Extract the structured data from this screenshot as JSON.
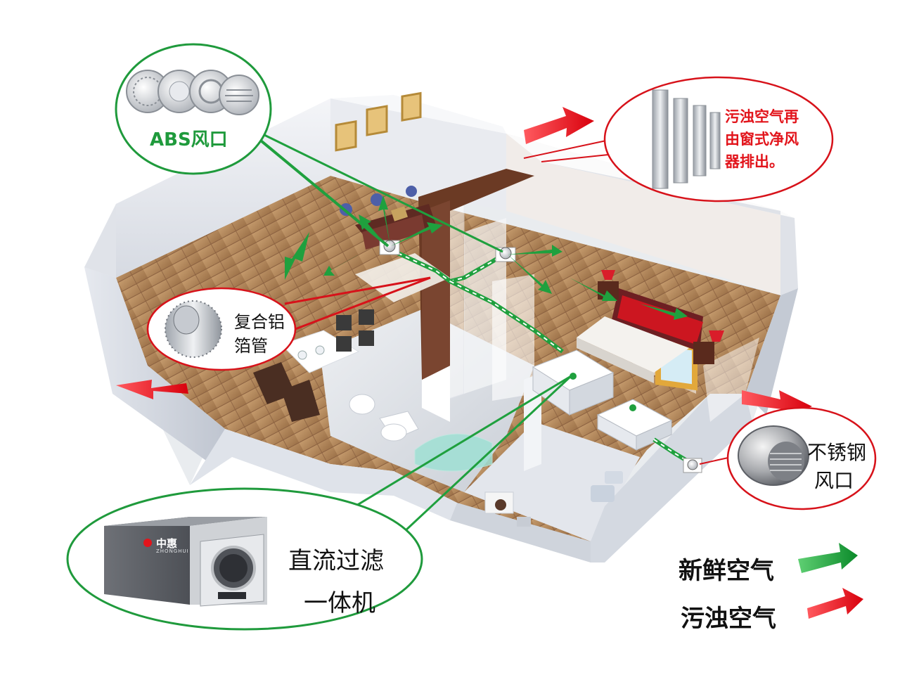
{
  "colors": {
    "fresh_air": "#1fa03e",
    "exhaust_air": "#e2141b",
    "callout_green": "#1f9a3c",
    "callout_red": "#d7121a"
  },
  "callouts": {
    "abs_vent": {
      "label": "ABS风口",
      "icon": "round-vent-icon"
    },
    "foil_duct": {
      "line1": "复合铝",
      "line2": "箔管",
      "icon": "flex-duct-icon"
    },
    "exhaust_grille": {
      "line1": "污浊空气再",
      "line2": "由窗式净风",
      "line3": "器排出。",
      "icon": "window-grille-icon"
    },
    "steel_vent": {
      "line1": "不锈钢",
      "line2": "风口",
      "icon": "steel-hood-icon"
    },
    "unit": {
      "line1": "直流过滤",
      "line2": "一体机",
      "brand": "中惠",
      "brand_sub": "ZHONGHUI",
      "icon": "ventilation-unit-icon"
    }
  },
  "legend": {
    "fresh": {
      "label": "新鲜空气",
      "icon": "green-arrow-icon"
    },
    "exhaust": {
      "label": "污浊空气",
      "icon": "red-arrow-icon"
    }
  }
}
